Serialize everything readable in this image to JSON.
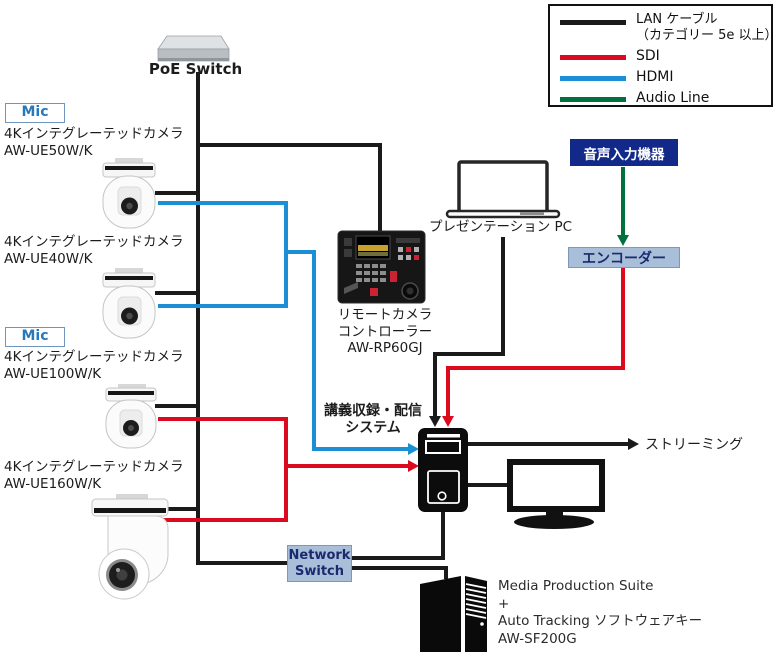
{
  "colors": {
    "lan": "#1a1a1a",
    "sdi": "#dc0a1e",
    "hdmi": "#1b8fd6",
    "audio": "#00703c",
    "navy_box_bg": "#12298a",
    "steel_box_bg": "#a9bfd9",
    "mic_text": "#2878be"
  },
  "legend": {
    "items": [
      {
        "label": "LAN ケーブル",
        "label2": "（カテゴリー 5e 以上）",
        "color": "#1a1a1a"
      },
      {
        "label": "SDI",
        "color": "#dc0a1e"
      },
      {
        "label": "HDMI",
        "color": "#1b8fd6"
      },
      {
        "label": "Audio Line",
        "color": "#00703c"
      }
    ]
  },
  "poe_switch": {
    "label": "PoE Switch"
  },
  "cameras": [
    {
      "mic_label": "Mic",
      "name": "4Kインテグレーテッドカメラ",
      "model": "AW-UE50W/K"
    },
    {
      "name": "4Kインテグレーテッドカメラ",
      "model": "AW-UE40W/K"
    },
    {
      "mic_label": "Mic",
      "name": "4Kインテグレーテッドカメラ",
      "model": "AW-UE100W/K"
    },
    {
      "name": "4Kインテグレーテッドカメラ",
      "model": "AW-UE160W/K"
    }
  ],
  "controller": {
    "line1": "リモートカメラ",
    "line2": "コントローラー",
    "line3": "AW-RP60GJ"
  },
  "presentation_pc": {
    "label": "プレゼンテーション PC"
  },
  "audio_input": {
    "label": "音声入力機器"
  },
  "encoder": {
    "label": "エンコーダー"
  },
  "lecture_system": {
    "line1": "講義収録・配信",
    "line2": "システム"
  },
  "streaming": {
    "label": "ストリーミング"
  },
  "network_switch": {
    "line1": "Network",
    "line2": "Switch"
  },
  "server": {
    "line1": "Media Production Suite",
    "line2": "+",
    "line3": "Auto Tracking ソフトウェアキー",
    "line4": "AW-SF200G"
  }
}
